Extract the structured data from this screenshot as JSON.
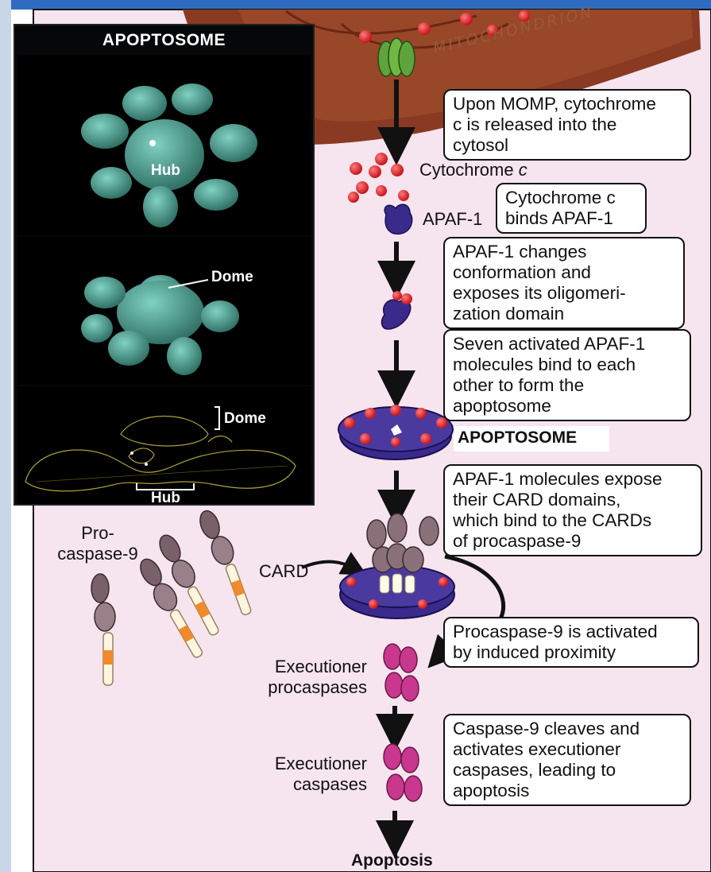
{
  "inset": {
    "title": "APOPTOSOME",
    "panel1_hub": "Hub",
    "panel2_dome": "Dome",
    "panel3_dome": "Dome",
    "panel3_hub": "Hub"
  },
  "mitochondrion": "MITOCHONDRION",
  "labels": {
    "cytochrome": "Cytochrome",
    "cytochrome_c": "c",
    "apaf1": "APAF-1",
    "apoptosome": "APOPTOSOME",
    "procaspase9_line1": "Pro-",
    "procaspase9_line2": "caspase-9",
    "card": "CARD",
    "exec_pro_line1": "Executioner",
    "exec_pro_line2": "procaspases",
    "exec_line1": "Executioner",
    "exec_line2": "caspases",
    "apoptosis": "Apoptosis"
  },
  "boxes": {
    "momp": [
      "Upon MOMP, cytochrome",
      "c is released into the",
      "cytosol"
    ],
    "binds": [
      "Cytochrome c",
      "binds APAF-1"
    ],
    "conformation": [
      "APAF-1 changes",
      "conformation and",
      "exposes its oligomeri-",
      "zation domain"
    ],
    "seven": [
      "Seven activated APAF-1",
      "molecules bind to each",
      "other to form the",
      "apoptosome"
    ],
    "card": [
      "APAF-1 molecules expose",
      "their CARD domains,",
      "which bind to the CARDs",
      "of procaspase-9"
    ],
    "activated": [
      "Procaspase-9 is activated",
      "by induced proximity"
    ],
    "cleaves": [
      "Caspase-9 cleaves and",
      "activates executioner",
      "caspases, leading to",
      "apoptosis"
    ]
  },
  "colors": {
    "background": "#f6e4ee",
    "mitochondria": "#8a3a22",
    "cytochrome_c": "#e8222a",
    "apaf1": "#3a2a8c",
    "procaspase9_head": "#7a6068",
    "card_domain": "#f08a2a",
    "executioner": "#c8388e",
    "protein_surface": "#4a8a7e"
  }
}
